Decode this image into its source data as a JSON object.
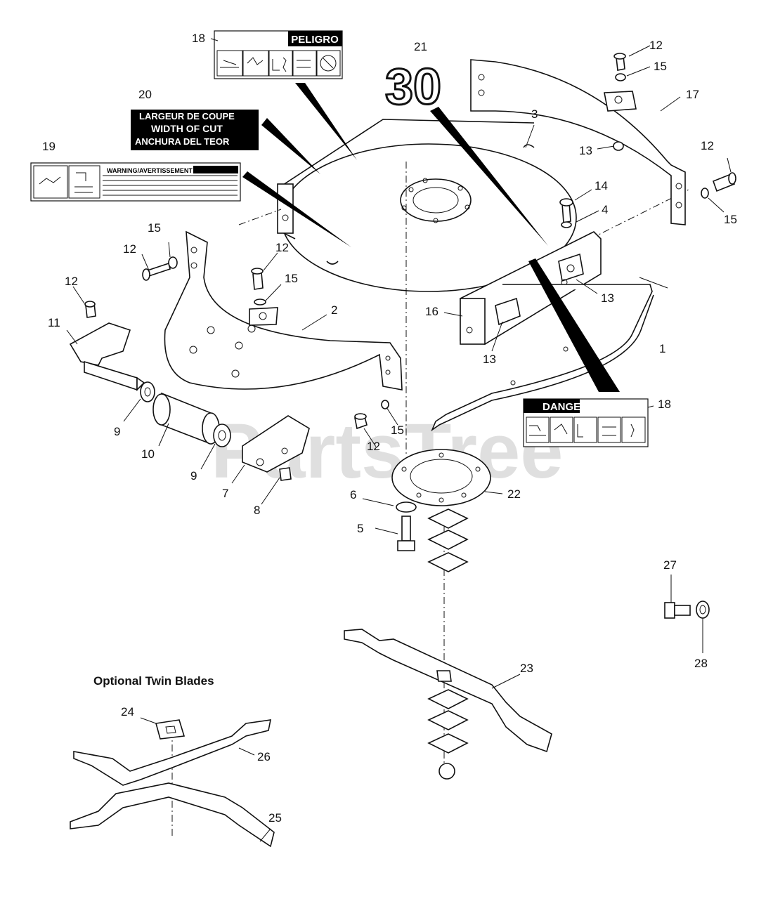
{
  "watermark": "PartsTree",
  "section_title": "Optional Twin Blades",
  "decals": {
    "d18_top_header": "PELIGRO",
    "d18_bottom_header": "DANGE",
    "d19_header": "WARNING/AVERTISSEMENT",
    "d20_lines": [
      "LARGEUR DE COUPE",
      "WIDTH OF CUT",
      "ANCHURA DEL TEOR"
    ],
    "d21_number": "30"
  },
  "callouts": {
    "c1": "1",
    "c2": "2",
    "c3": "3",
    "c4": "4",
    "c5": "5",
    "c6": "6",
    "c7": "7",
    "c8": "8",
    "c9a": "9",
    "c9b": "9",
    "c10": "10",
    "c11": "11",
    "c12a": "12",
    "c12b": "12",
    "c12c": "12",
    "c12d": "12",
    "c12e": "12",
    "c12f": "12",
    "c13a": "13",
    "c13b": "13",
    "c13c": "13",
    "c14": "14",
    "c15a": "15",
    "c15b": "15",
    "c15c": "15",
    "c15d": "15",
    "c15e": "15",
    "c16": "16",
    "c17": "17",
    "c18a": "18",
    "c18b": "18",
    "c19": "19",
    "c20": "20",
    "c21": "21",
    "c22": "22",
    "c23": "23",
    "c24": "24",
    "c25": "25",
    "c26": "26",
    "c27": "27",
    "c28": "28"
  },
  "colors": {
    "line": "#111111",
    "background": "#ffffff",
    "watermark": "#000000"
  }
}
